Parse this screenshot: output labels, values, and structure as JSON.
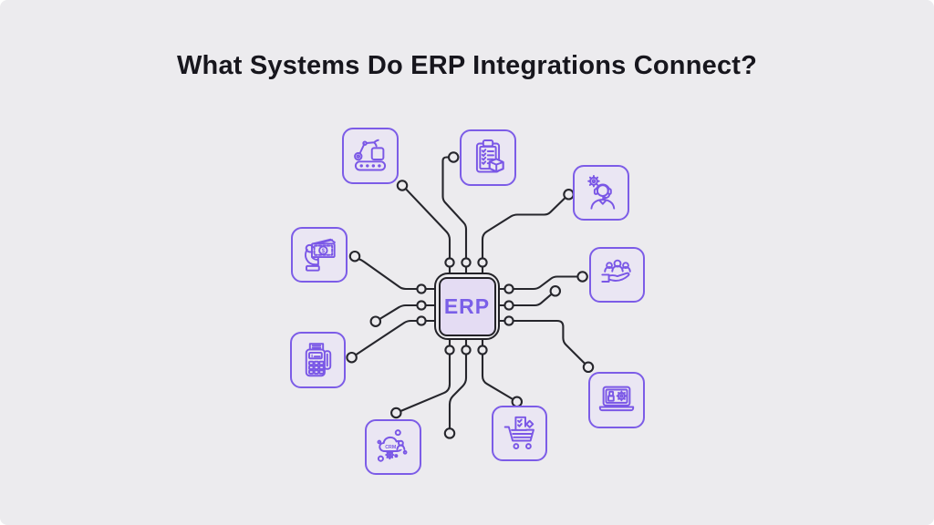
{
  "page": {
    "title": "What Systems Do ERP Integrations Connect?",
    "background": "#ECEBEE"
  },
  "colors": {
    "accent_purple": "#7C5CE7",
    "icon_stroke": "#7A57E6",
    "node_fill": "#EAE6F3",
    "chip_fill": "#E4DCF3",
    "chip_border": "#232228",
    "wire": "#26262C",
    "title_text": "#17161D",
    "erp_text": "#7A5FE8"
  },
  "diagram": {
    "chip_label": "ERP",
    "crm_label": "CRM",
    "dollar_symbol": "$",
    "nodes": [
      {
        "id": "manufacturing",
        "icon": "robot-arm-conveyor-icon"
      },
      {
        "id": "inventory",
        "icon": "clipboard-checklist-box-icon"
      },
      {
        "id": "customer-support",
        "icon": "support-agent-gear-icon"
      },
      {
        "id": "human-resources",
        "icon": "people-in-hand-icon"
      },
      {
        "id": "warehouse-software",
        "icon": "laptop-box-gear-icon"
      },
      {
        "id": "procurement",
        "icon": "shopping-cart-checklist-icon"
      },
      {
        "id": "crm",
        "icon": "crm-cloud-icon"
      },
      {
        "id": "payments-pos",
        "icon": "pos-terminal-icon"
      },
      {
        "id": "finance",
        "icon": "hand-money-icon"
      }
    ]
  }
}
